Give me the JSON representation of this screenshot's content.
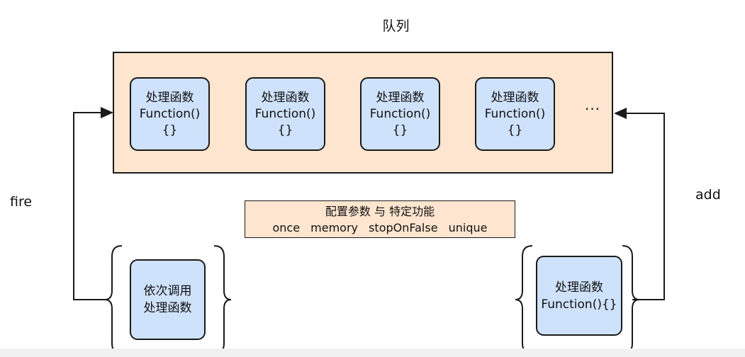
{
  "title": "队列",
  "queue": {
    "functions": [
      {
        "line1": "处理函数",
        "line2": "Function()",
        "line3": "{}"
      },
      {
        "line1": "处理函数",
        "line2": "Function()",
        "line3": "{}"
      },
      {
        "line1": "处理函数",
        "line2": "Function()",
        "line3": "{}"
      },
      {
        "line1": "处理函数",
        "line2": "Function()",
        "line3": "{}"
      }
    ],
    "ellipsis": "···"
  },
  "labels": {
    "fire": "fire",
    "add": "add"
  },
  "config": {
    "title": "配置参数 与 特定功能",
    "params": [
      "once",
      "memory",
      "stopOnFalse",
      "unique"
    ]
  },
  "invoke_box": {
    "line1": "依次调用",
    "line2": "处理函数"
  },
  "add_box": {
    "line1": "处理函数",
    "line2": "Function(){}"
  }
}
